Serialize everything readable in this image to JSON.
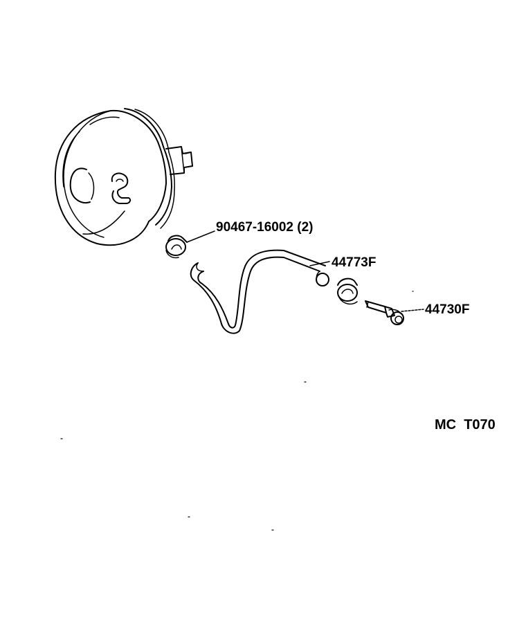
{
  "parts": [
    {
      "id": "clip",
      "number": "90467-16002 (2)",
      "icon": "hose-clip-icon"
    },
    {
      "id": "hose",
      "number": "44773F",
      "icon": "vacuum-hose-icon"
    },
    {
      "id": "check_valve",
      "number": "44730F",
      "icon": "check-valve-icon"
    }
  ],
  "assembly": {
    "icon": "brake-booster-icon"
  },
  "figure_code": "MC  T070",
  "colors": {
    "line": "#000000",
    "background": "#ffffff"
  }
}
